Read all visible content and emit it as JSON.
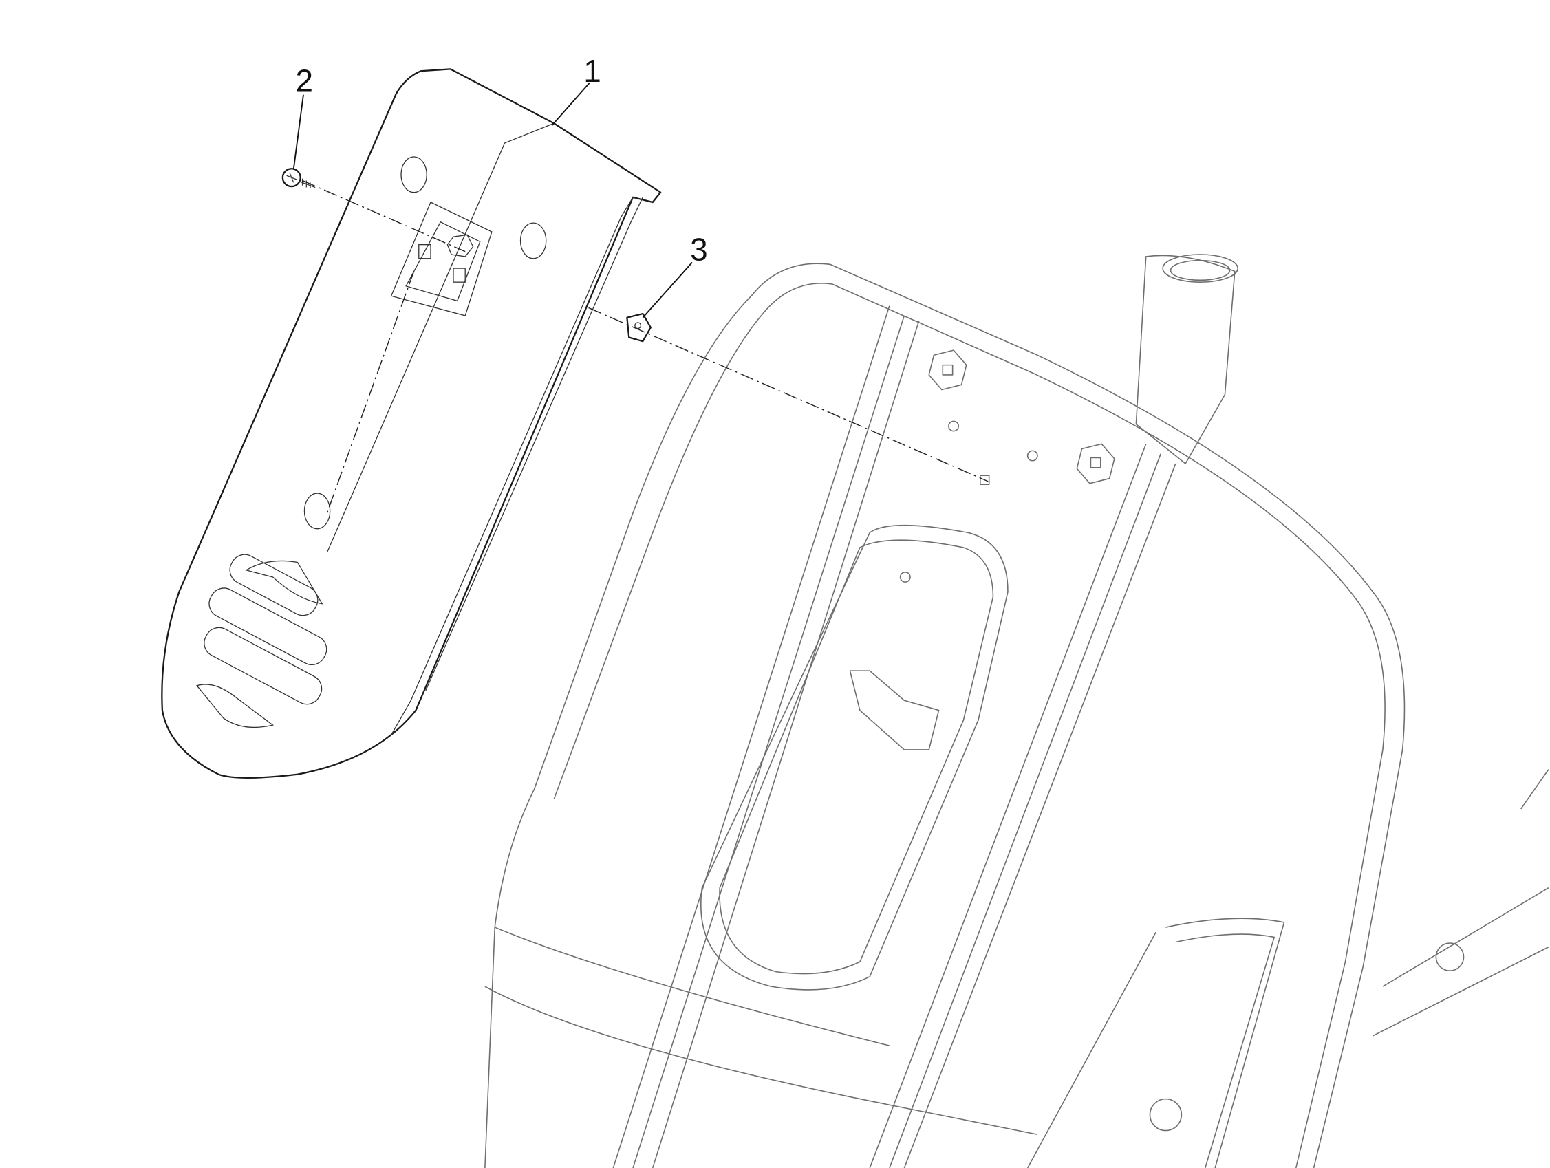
{
  "diagram": {
    "title": "",
    "callouts": [
      {
        "number": "1",
        "part": "cover"
      },
      {
        "number": "2",
        "part": "screw"
      },
      {
        "number": "3",
        "part": "clip"
      }
    ]
  }
}
